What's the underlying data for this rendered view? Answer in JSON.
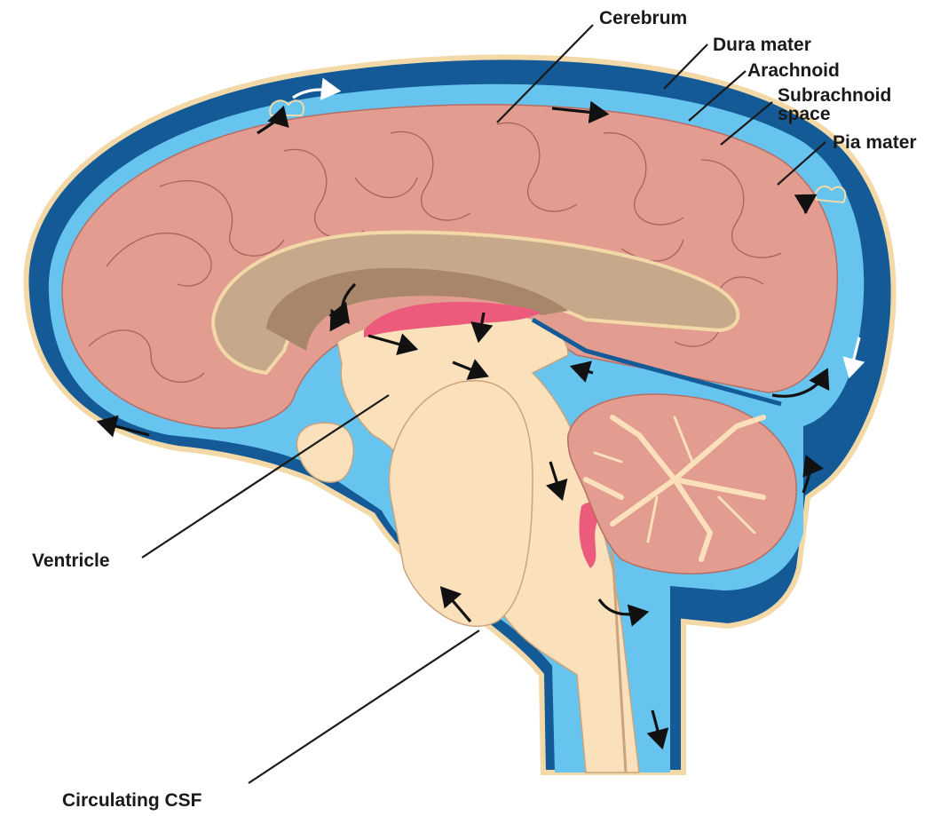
{
  "labels": {
    "cerebrum": "Cerebrum",
    "dura_mater": "Dura mater",
    "arachnoid": "Arachnoid",
    "subarachnoid_line1": "Subrachnoid",
    "subarachnoid_line2": "space",
    "pia_mater": "Pia mater",
    "ventricle": "Ventricle",
    "circulating_csf": "Circulating CSF"
  },
  "colors": {
    "dura": "#135a96",
    "csf": "#66c4ee",
    "cerebrum": "#e29d90",
    "brainstem": "#fbe1bb",
    "corpus_callosum": "#c6a88a",
    "choroid_plexus": "#ec5a7c",
    "border": "#f4d9a8"
  }
}
